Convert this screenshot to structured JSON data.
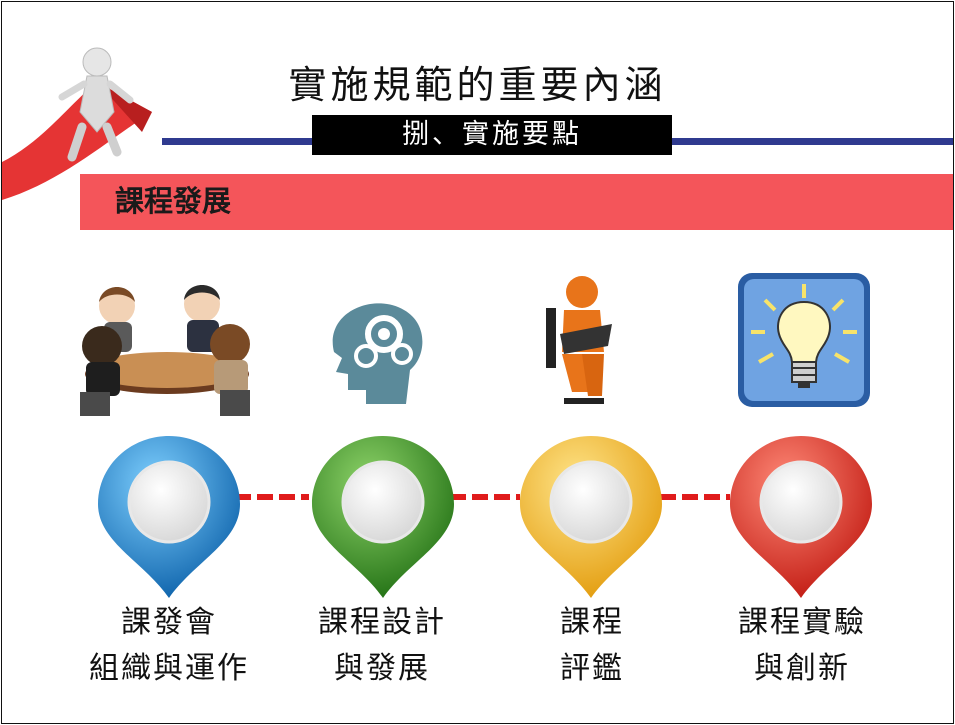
{
  "slide": {
    "title": "實施規範的重要內涵",
    "subtitle": "捌、實施要點",
    "section_title": "課程發展"
  },
  "steps": [
    {
      "line1": "課發會",
      "line2": "組織與運作",
      "icon": "meeting-icon",
      "color": "#1f8fd3"
    },
    {
      "line1": "課程設計",
      "line2": "與發展",
      "icon": "brain-gears-icon",
      "color": "#3f9a2e"
    },
    {
      "line1": "課程",
      "line2": "評鑑",
      "icon": "reading-figure-icon",
      "color": "#f2b320"
    },
    {
      "line1": "課程實驗",
      "line2": "與創新",
      "icon": "lightbulb-icon",
      "color": "#e23b2e"
    }
  ],
  "colors": {
    "rule": "#2f3a8f",
    "section_bar": "#f4555a",
    "connector": "#e01b1b"
  }
}
